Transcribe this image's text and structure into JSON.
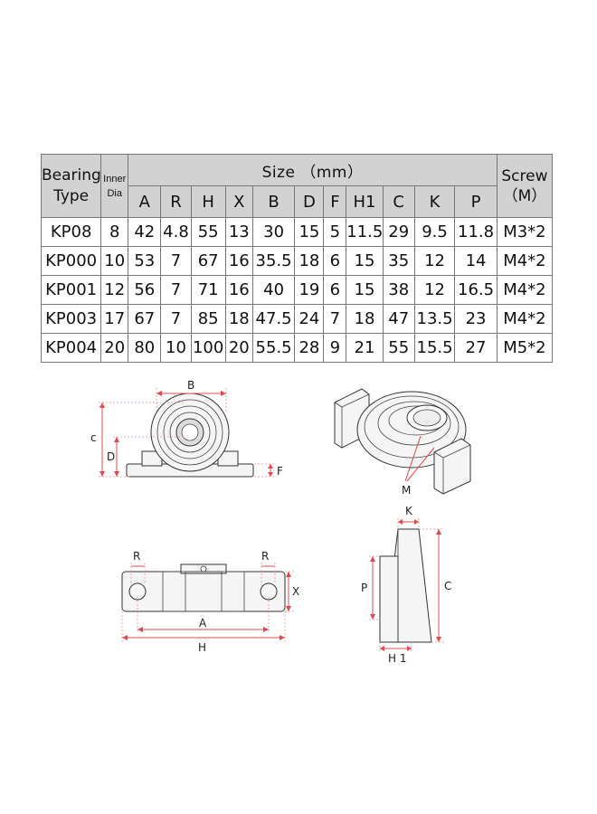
{
  "table": {
    "header": {
      "bearing_type": [
        "Bearing",
        "Type"
      ],
      "inner_dia": [
        "Inner",
        "Dia"
      ],
      "size": "Size （mm）",
      "screw": [
        "Screw",
        "（M）"
      ],
      "columns": [
        "A",
        "R",
        "H",
        "X",
        "B",
        "D",
        "F",
        "H1",
        "C",
        "K",
        "P"
      ]
    },
    "rows": [
      {
        "model": "KP08",
        "inner": "8",
        "values": [
          "42",
          "4.8",
          "55",
          "13",
          "30",
          "15",
          "5",
          "11.5",
          "29",
          "9.5",
          "11.8"
        ],
        "screw": "M3*2"
      },
      {
        "model": "KP000",
        "inner": "10",
        "values": [
          "53",
          "7",
          "67",
          "16",
          "35.5",
          "18",
          "6",
          "15",
          "35",
          "12",
          "14"
        ],
        "screw": "M4*2"
      },
      {
        "model": "KP001",
        "inner": "12",
        "values": [
          "56",
          "7",
          "71",
          "16",
          "40",
          "19",
          "6",
          "15",
          "38",
          "12",
          "16.5"
        ],
        "screw": "M4*2"
      },
      {
        "model": "KP003",
        "inner": "17",
        "values": [
          "67",
          "7",
          "85",
          "18",
          "47.5",
          "24",
          "7",
          "18",
          "47",
          "13.5",
          "23"
        ],
        "screw": "M4*2"
      },
      {
        "model": "KP004",
        "inner": "20",
        "values": [
          "80",
          "10",
          "100",
          "20",
          "55.5",
          "28",
          "9",
          "21",
          "55",
          "15.5",
          "27"
        ],
        "screw": "M5*2"
      }
    ]
  },
  "diagram_labels": {
    "front": {
      "b": "B",
      "c": "c",
      "d": "D",
      "f": "F"
    },
    "iso": {
      "m": "M"
    },
    "top": {
      "r_left": "R",
      "r_right": "R",
      "x": "X",
      "a": "A",
      "h": "H"
    },
    "side": {
      "k": "K",
      "p": "P",
      "c": "C",
      "h1": "H 1"
    }
  },
  "colors": {
    "dimension_line": "#e0494f",
    "header_bg": "#d2d2d2"
  }
}
